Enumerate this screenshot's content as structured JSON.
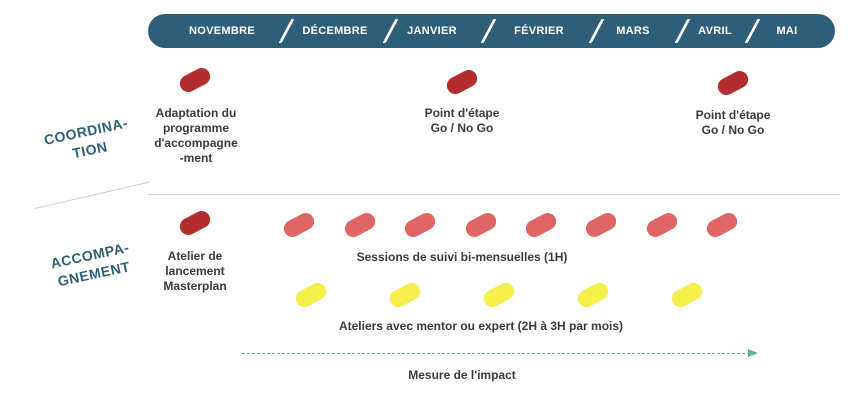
{
  "timeline": {
    "months": [
      "NOVEMBRE",
      "DÉCEMBRE",
      "JANVIER",
      "FÉVRIER",
      "MARS",
      "AVRIL",
      "MAI"
    ]
  },
  "sections": {
    "coordination": "COORDINA-\nTION",
    "accompagnement": "ACCOMPA-\nGNEMENT"
  },
  "coordination": {
    "milestones": [
      "Adaptation du\nprogramme\nd'accompagne\n-ment",
      "Point d'étape\nGo / No Go",
      "Point d'étape\nGo / No Go"
    ]
  },
  "accompagnement": {
    "kickoff": "Atelier de\nlancement\nMasterplan",
    "sessions": "Sessions de suivi bi-mensuelles (1H)",
    "ateliers": "Ateliers avec mentor ou expert (2H à 3H par mois)",
    "impact": "Mesure de l'impact"
  },
  "colors": {
    "header": "#2f5f78",
    "milestone": "#b22d2d",
    "session": "#e06666",
    "atelier": "#f5ef4c",
    "impact_arrow": "#5fb397"
  }
}
